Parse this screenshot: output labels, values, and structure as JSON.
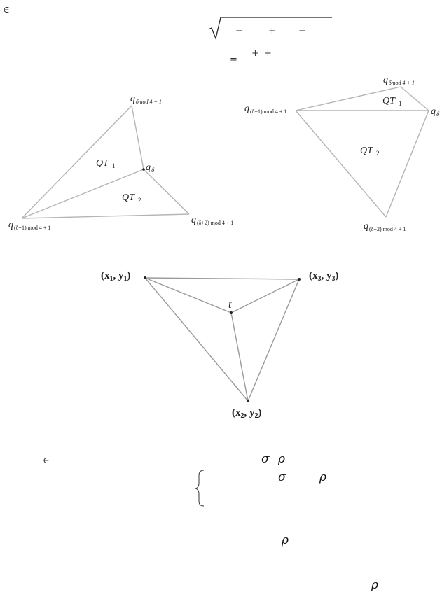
{
  "top_equation": {
    "elem_symbol": "∈",
    "minus_1": "−",
    "plus_1": "+",
    "minus_2": "−",
    "equals": "=",
    "plus_2": "+",
    "plus_3": "+"
  },
  "figure_left": {
    "top_vertex_base": "q",
    "top_vertex_sub": "δmod 4 + 1",
    "center_vertex_base": "q",
    "center_vertex_sub": "δ",
    "left_vertex_base": "q",
    "left_vertex_sub": "(δ+1) mod 4 + 1",
    "right_vertex_base": "q",
    "right_vertex_sub": "(δ+2) mod 4 + 1",
    "region_1_base": "QT",
    "region_1_sub": "1",
    "region_2_base": "QT",
    "region_2_sub": "2"
  },
  "figure_right": {
    "top_vertex_base": "q",
    "top_vertex_sub": "δmod 4 + 1",
    "left_vertex_base": "q",
    "left_vertex_sub": "(δ+1) mod 4 + 1",
    "right_vertex_base": "q",
    "right_vertex_sub": "δ",
    "bottom_vertex_base": "q",
    "bottom_vertex_sub": "(δ+2) mod 4 + 1",
    "region_1_base": "QT",
    "region_1_sub": "1",
    "region_2_base": "QT",
    "region_2_sub": "2"
  },
  "figure_bottom": {
    "v1_a": "(x",
    "v1_sub": "1",
    "v1_b": ", y",
    "v1_sub2": "1",
    "v1_c": ")",
    "v3_a": "(x",
    "v3_sub": "3",
    "v3_b": ", y",
    "v3_sub2": "3",
    "v3_c": ")",
    "v2_a": "(x",
    "v2_sub": "2",
    "v2_b": ", y",
    "v2_sub2": "2",
    "v2_c": ")",
    "center_label": "t"
  },
  "lower_text": {
    "elem_symbol": "∈",
    "sigma_1": "σ",
    "rho_1": "ρ",
    "sigma_2": "σ",
    "rho_2": "ρ",
    "rho_3": "ρ",
    "rho_4": "ρ"
  }
}
